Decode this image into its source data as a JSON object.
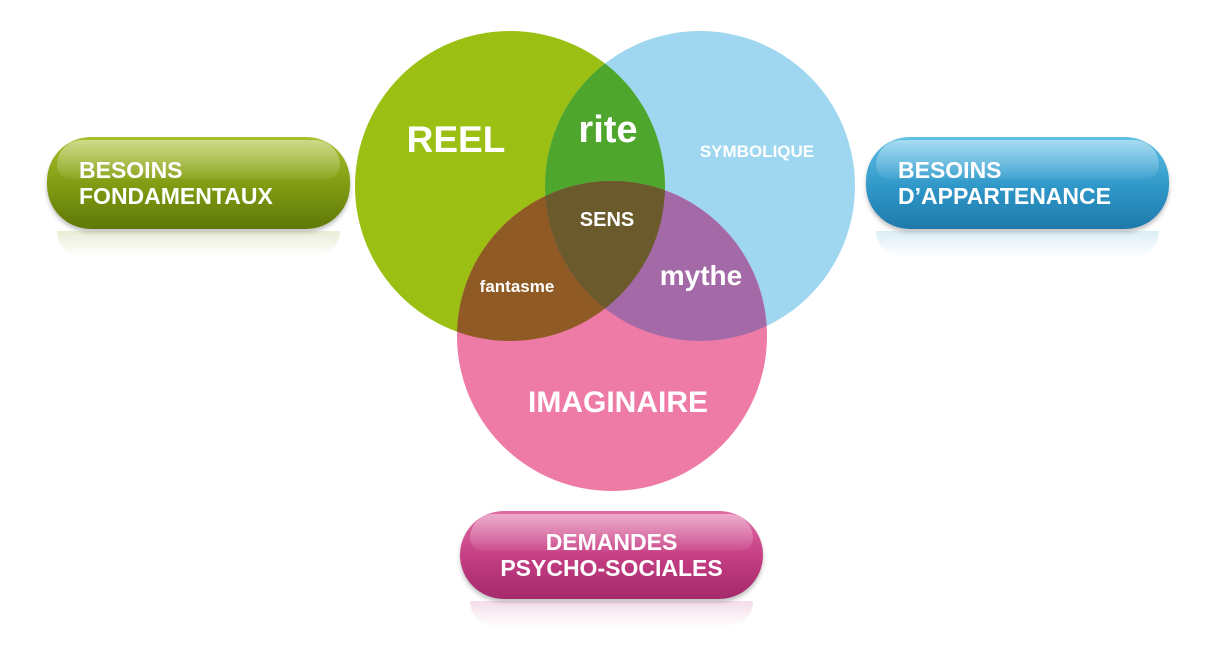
{
  "circles": {
    "reel": {
      "label": "REEL",
      "color": "#9bbf12"
    },
    "symbolique": {
      "label": "SYMBOLIQUE",
      "color": "#9fd7f0"
    },
    "imaginaire": {
      "label": "IMAGINAIRE",
      "color": "#ee7aa6"
    }
  },
  "intersections": {
    "rite": {
      "label": "rite",
      "color": "#4fa62c"
    },
    "fantasme": {
      "label": "fantasme",
      "color": "#8f5a24"
    },
    "mythe": {
      "label": "mythe",
      "color": "#a46aa8"
    },
    "sens": {
      "label": "SENS",
      "color": "#6b5a2c"
    }
  },
  "pills": {
    "left": {
      "line1": "BESOINS",
      "line2": "FONDAMENTAUX",
      "color": "#7f9a12"
    },
    "right": {
      "line1": "BESOINS",
      "line2": "D’APPARTENANCE",
      "color": "#2f97c8"
    },
    "bottom": {
      "line1": "DEMANDES",
      "line2": "PSYCHO-SOCIALES",
      "color": "#c33c82"
    }
  }
}
